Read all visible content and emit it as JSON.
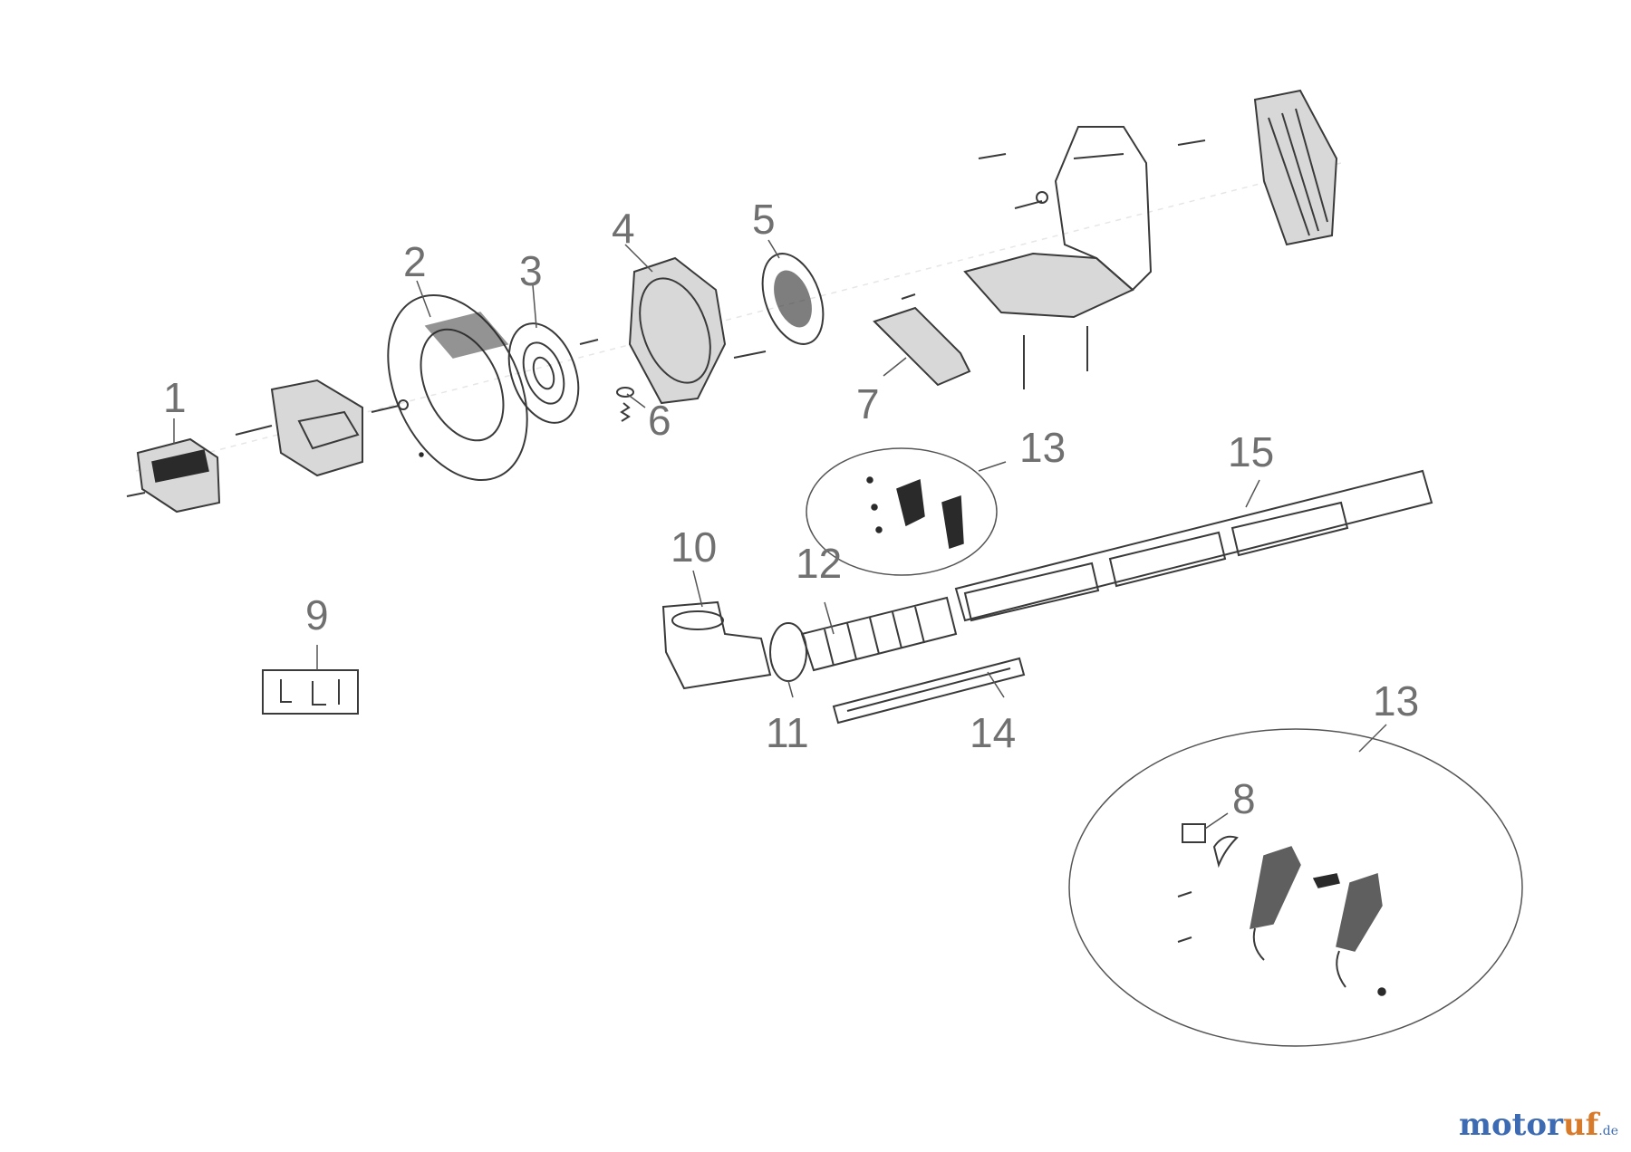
{
  "diagram": {
    "callouts": [
      "1",
      "2",
      "3",
      "4",
      "5",
      "6",
      "7",
      "8",
      "9",
      "10",
      "11",
      "12",
      "13",
      "13",
      "14",
      "15"
    ]
  },
  "watermark": {
    "brand_a": "motor",
    "brand_b": "uf",
    "tld": ".de"
  },
  "colors": {
    "line": "#3a3a3a",
    "callout": "#707070",
    "watermark_blue": "#3d6bb3",
    "watermark_orange": "#d77a2a"
  }
}
